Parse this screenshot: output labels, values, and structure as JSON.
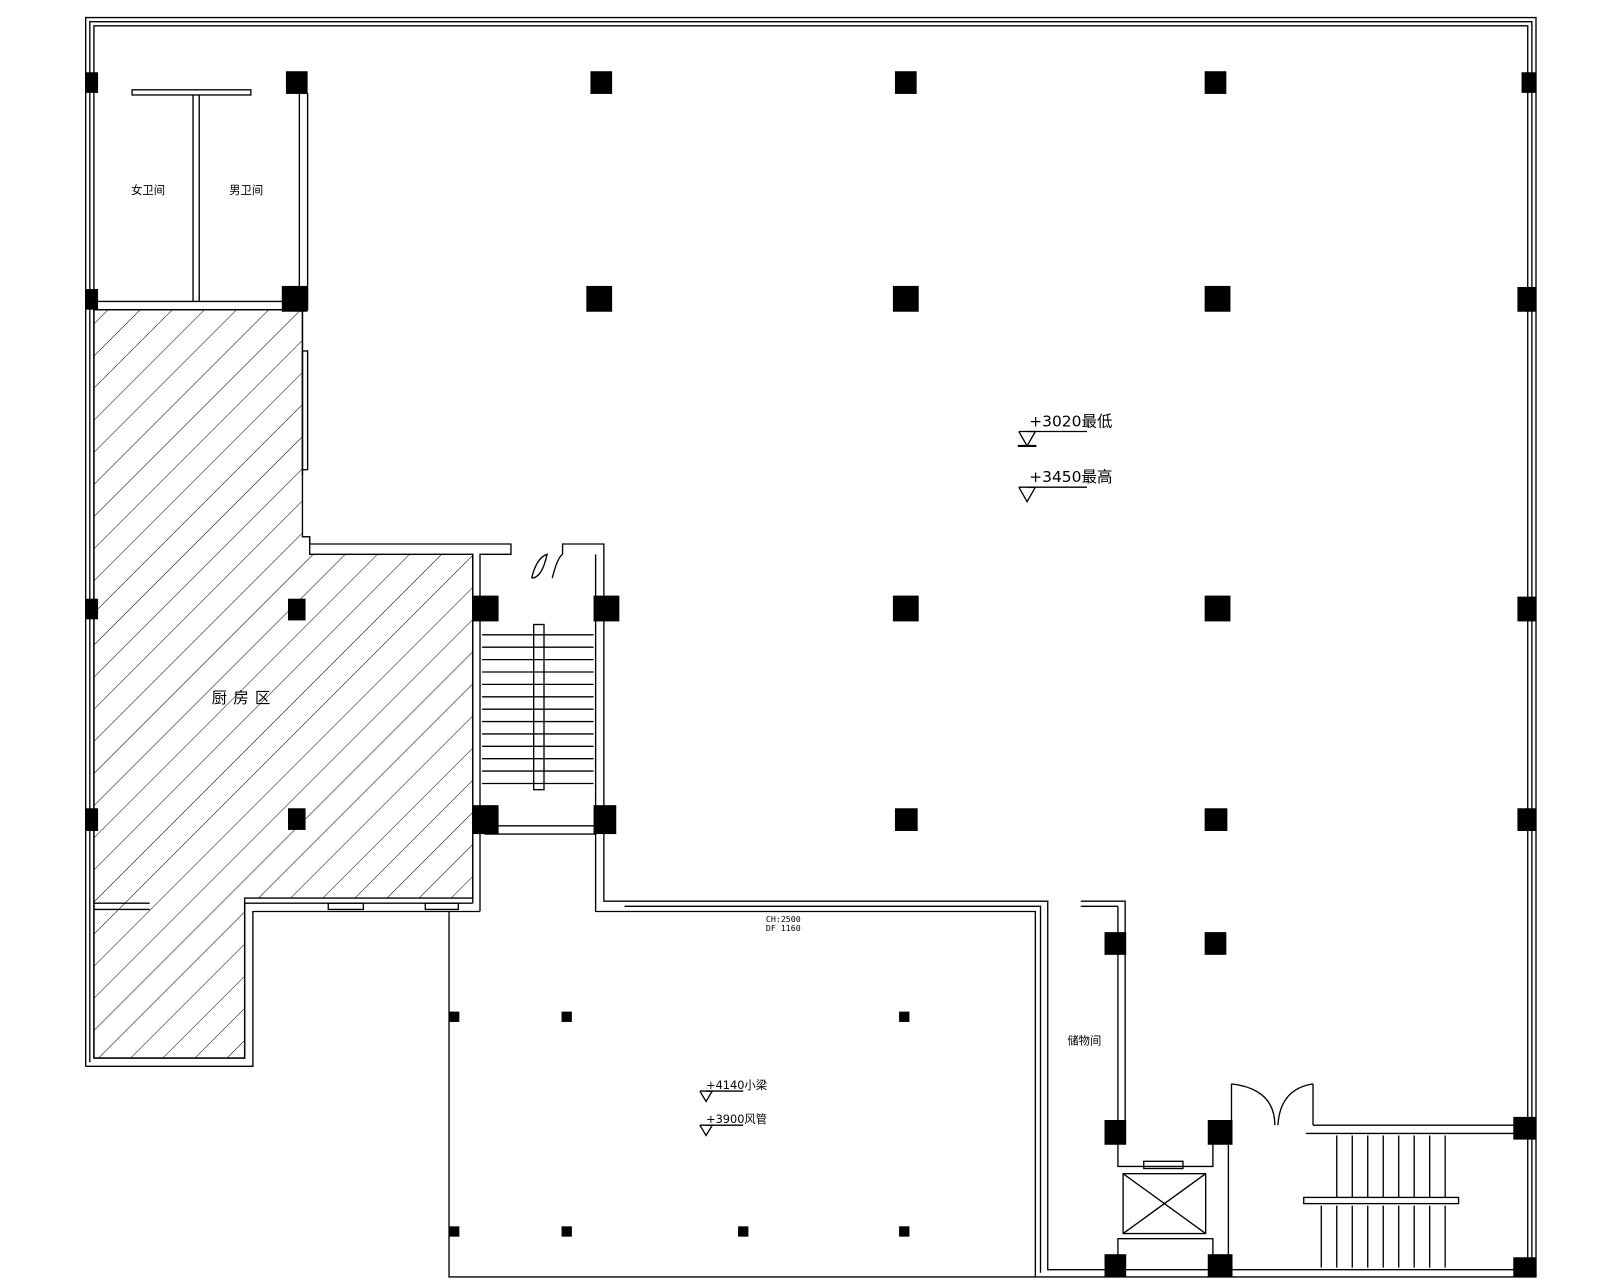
{
  "plan": {
    "rooms": {
      "female_toilet": "女卫间",
      "male_toilet": "男卫间",
      "kitchen": "厨房区",
      "storage": "储物间"
    },
    "levels": {
      "main_low": "+3020最低",
      "main_high": "+3450最高",
      "lower_beam": "+4140小梁",
      "lower_duct": "+3900风管"
    },
    "notes": {
      "ch": "CH:2500",
      "df": "DF 1160"
    }
  }
}
